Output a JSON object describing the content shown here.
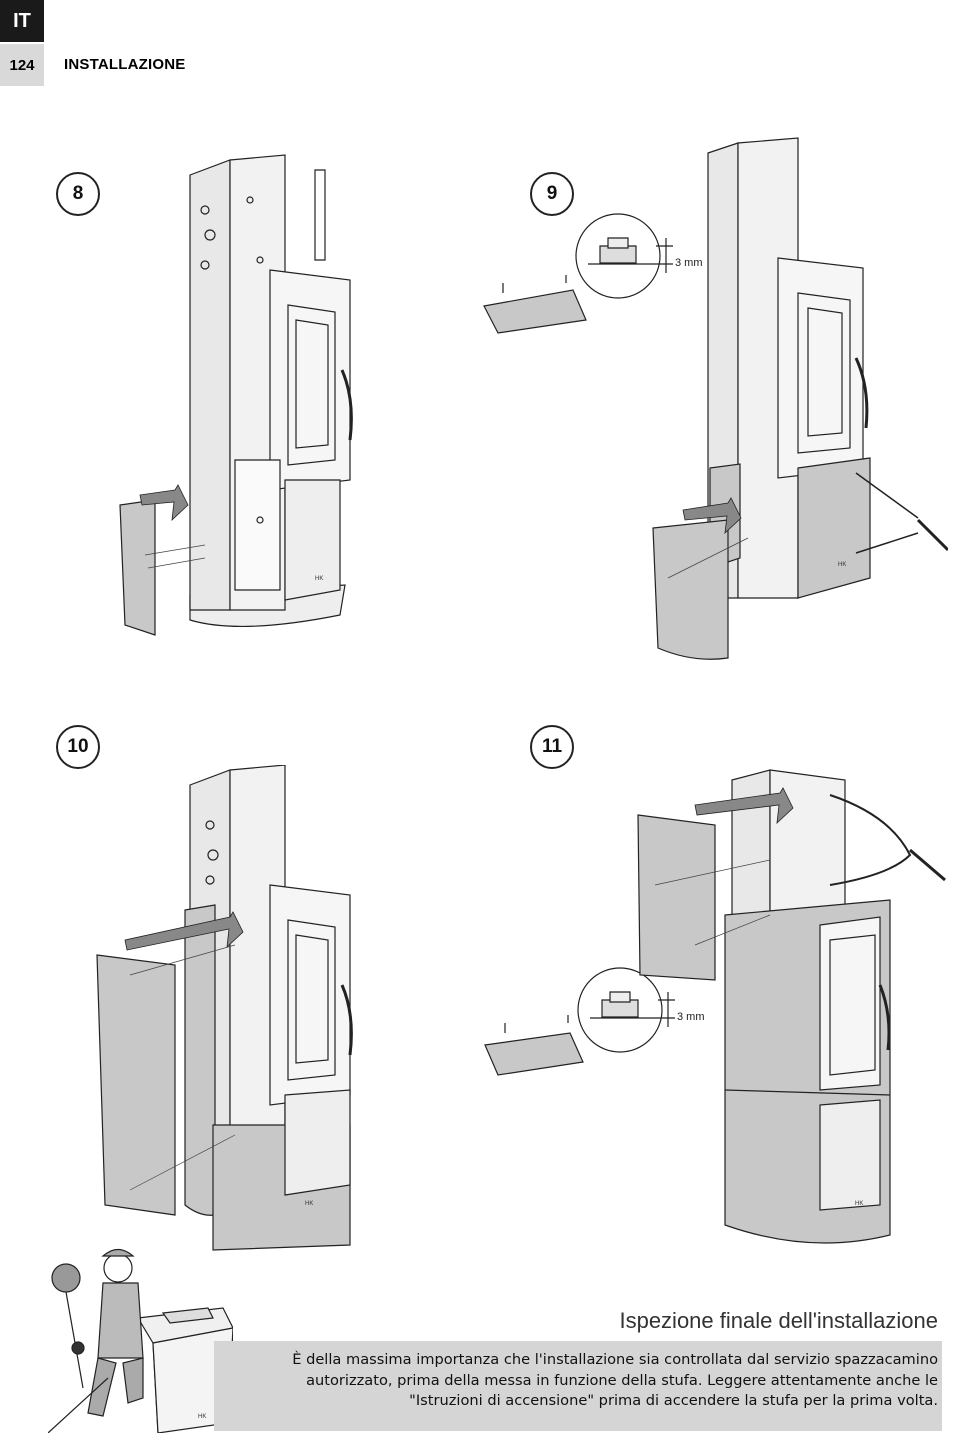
{
  "header": {
    "language": "IT",
    "page_number": "124",
    "section": "INSTALLAZIONE"
  },
  "steps": [
    {
      "number": "8"
    },
    {
      "number": "9",
      "measure": "3 mm"
    },
    {
      "number": "10"
    },
    {
      "number": "11",
      "measure": "3 mm"
    }
  ],
  "brand_mark": "HK",
  "inspection": {
    "title": "Ispezione finale dell'installazione",
    "text": "È della massima importanza che l'installazione sia controllata dal servizio spazzacamino autorizzato, prima della messa in funzione della stufa. Leggere attentamente anche le \"Istruzioni di accensione\" prima di accendere la stufa per la prima volta."
  },
  "colors": {
    "panel_fill": "#c8c8c8",
    "line": "#222222",
    "highlight_box": "#d5d5d5"
  }
}
